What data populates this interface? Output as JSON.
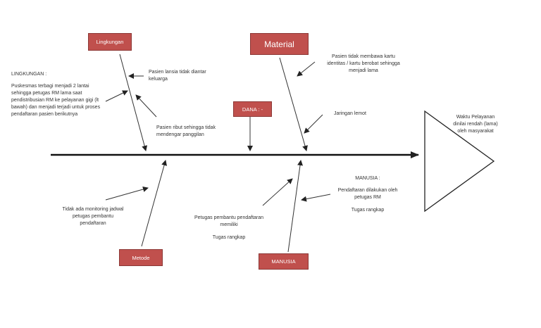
{
  "categories": {
    "lingkungan": "Lingkungan",
    "material": "Material",
    "dana": "DANA : -",
    "metode": "Metode",
    "manusia": "MANUSIA"
  },
  "effect": {
    "text": "Waktu Pelayanan dinilai rendah (lama) oleh masyarakat"
  },
  "causes": {
    "lingkungan_header": "LINGKUNGAN :",
    "lingkungan_detail": "Puskesmas terbagi menjadi 2 lantai sehingga petugas RM lama saat pendistribusian RM ke pelayanan gigi (lt bawah) dan menjadi terjadi untuk proses pendaftaran pasien berikutnya",
    "lansia": "Pasien lansia tidak diantar keluarga",
    "ribut": "Pasien ribut sehingga tidak mendengar panggilan",
    "kartu": "Pasien tidak membawa kartu identitas / kartu berobat sehingga menjadi lama",
    "jaringan": "Jaringan lemot",
    "monitoring": "Tidak ada monitoring jadwal petugas pembantu pendaftaran",
    "petugas_pembantu": "Petugas pembantu pendaftaran memiliki",
    "tugas_rangkap_1": "Tugas rangkap",
    "manusia_header": "MANUSIA :",
    "manusia_detail": "Pendaftaran dilakukan oleh petugas RM",
    "tugas_rangkap_2": "Tugas rangkap"
  }
}
